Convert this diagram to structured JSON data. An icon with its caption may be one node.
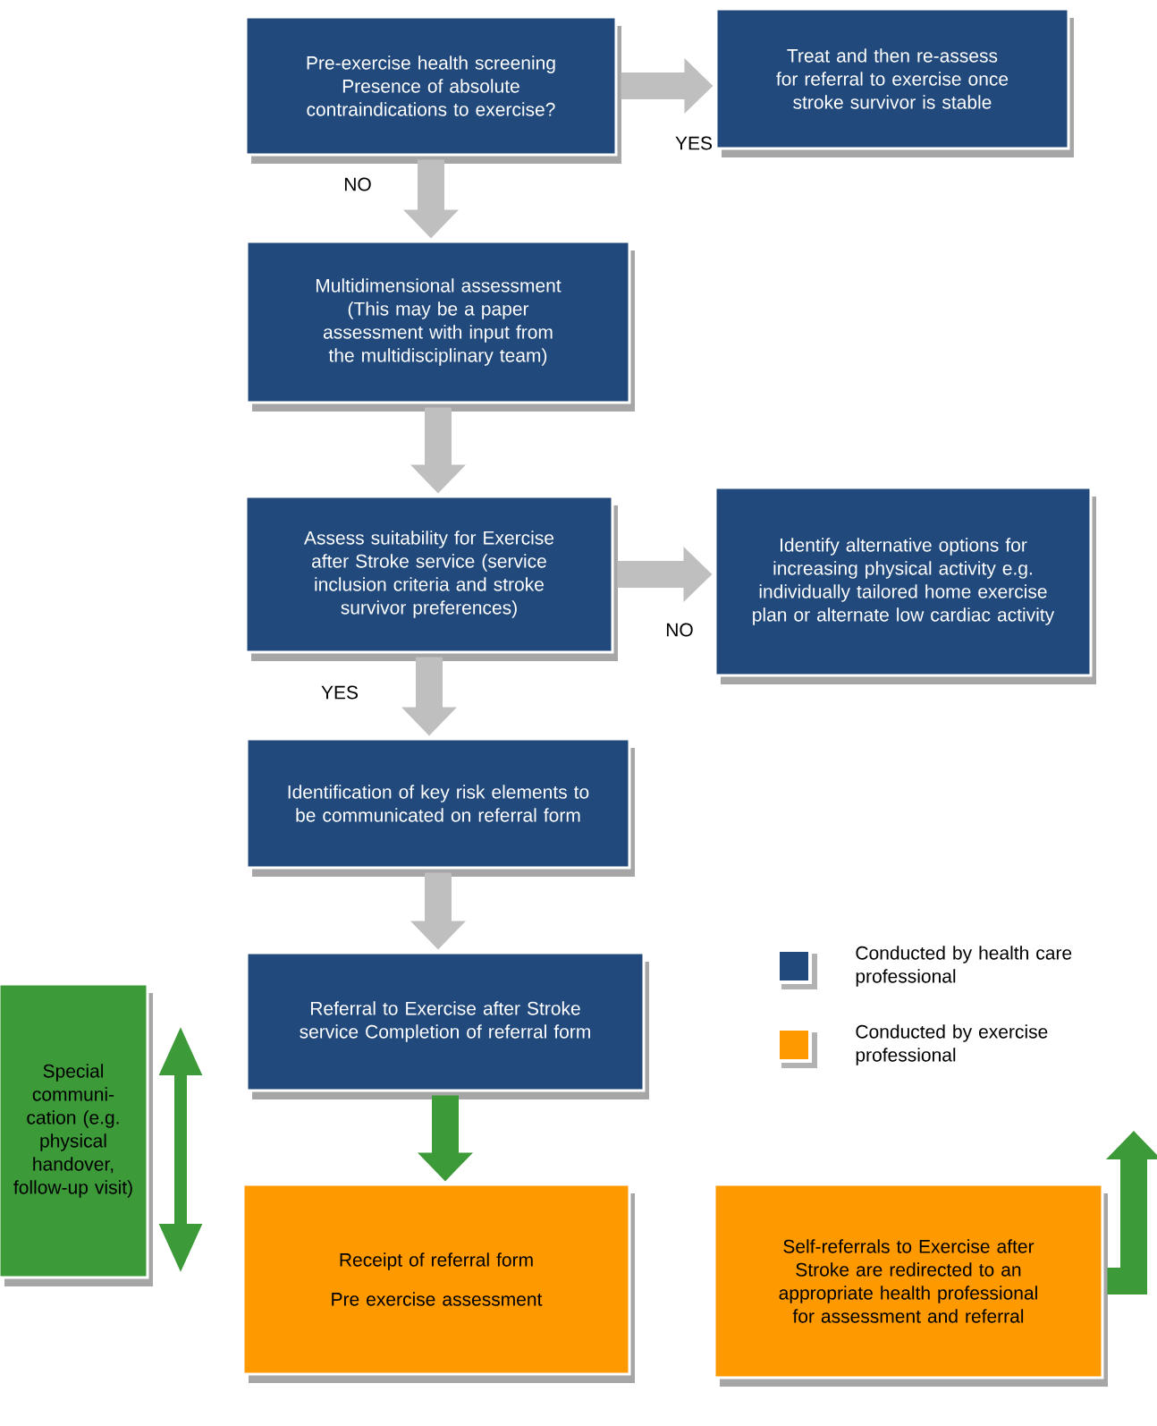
{
  "diagram": {
    "nodes": [
      {
        "text": [
          "Pre-exercise health screening Presence of absolute contraindications to exercise?"
        ]
      },
      {
        "text": [
          "Treat and then re-assess for referral to exercise once stroke survivor is stable"
        ]
      },
      {
        "text": [
          "Multidimensional assessment (This may be a paper assessment with input from the multidisciplinary team)"
        ]
      },
      {
        "text": [
          "Assess suitability for Exercise after Stroke service (service inclusion criteria and stroke survivor preferences)"
        ]
      },
      {
        "text": [
          "Identify alternative options for increasing physical activity e.g. individually tailored home exercise plan or alternate low cardiac activity"
        ]
      },
      {
        "text": [
          "Identification of key risk elements to be communicated on referral form"
        ]
      },
      {
        "text": [
          "Referral to Exercise after Stroke service Completion of referral form"
        ]
      },
      {
        "text": [
          "Receipt of referral form",
          "Pre exercise assessment"
        ]
      },
      {
        "text": [
          "Self-referrals to Exercise after Stroke are redirected to an appropriate health professional for assessment and referral"
        ]
      },
      {
        "text": [
          "Special communi- cation (e.g. physical handover, follow-up visit)"
        ]
      }
    ],
    "edges": [
      {
        "from": 0,
        "to": 1,
        "arrow": "to",
        "label": "YES"
      },
      {
        "from": 0,
        "to": 2,
        "arrow": "to",
        "label": "NO"
      },
      {
        "from": 2,
        "to": 3,
        "arrow": "to"
      },
      {
        "from": 3,
        "to": 4,
        "arrow": "to",
        "label": "NO"
      },
      {
        "from": 3,
        "to": 5,
        "arrow": "to",
        "label": "YES"
      },
      {
        "from": 5,
        "to": 6,
        "arrow": "to"
      },
      {
        "from": 6,
        "to": 7,
        "arrow": "to",
        "color": "#3c9a38"
      },
      {
        "from": 8,
        "to": null,
        "arrow": "to",
        "color": "#3c9a38"
      }
    ],
    "legend": [
      {
        "text": "Conducted by health care professional",
        "color": "#21497c"
      },
      {
        "text": "Conducted by exercise professional",
        "color": "#ff9900"
      }
    ]
  }
}
